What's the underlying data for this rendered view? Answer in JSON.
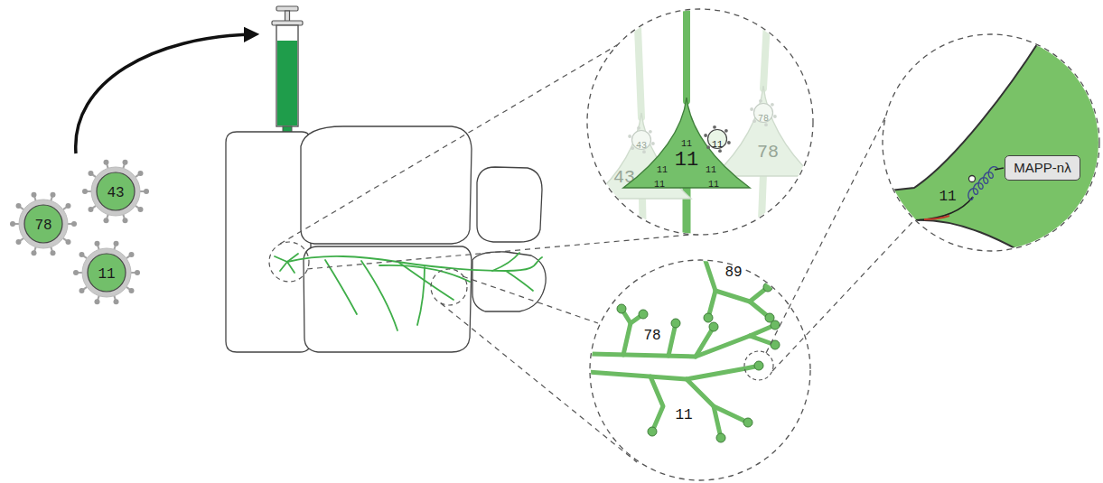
{
  "diagram": {
    "nodes": [
      {
        "text": [
          "78"
        ]
      },
      {
        "text": [
          "43"
        ]
      },
      {
        "text": [
          "11"
        ]
      },
      {
        "text": [
          "43"
        ]
      },
      {
        "text": [
          "43"
        ],
        "in": 3
      },
      {
        "text": [
          "11",
          "11",
          "11",
          "11",
          "11",
          "11"
        ]
      },
      {
        "text": [
          "11"
        ],
        "in": 5
      },
      {
        "text": [
          "78"
        ]
      },
      {
        "text": [
          "78"
        ],
        "in": 7
      },
      {
        "text": [
          "11"
        ]
      },
      {
        "text": [
          "MAPP-nλ"
        ]
      }
    ],
    "labels": [
      "89",
      "78",
      "11"
    ]
  }
}
